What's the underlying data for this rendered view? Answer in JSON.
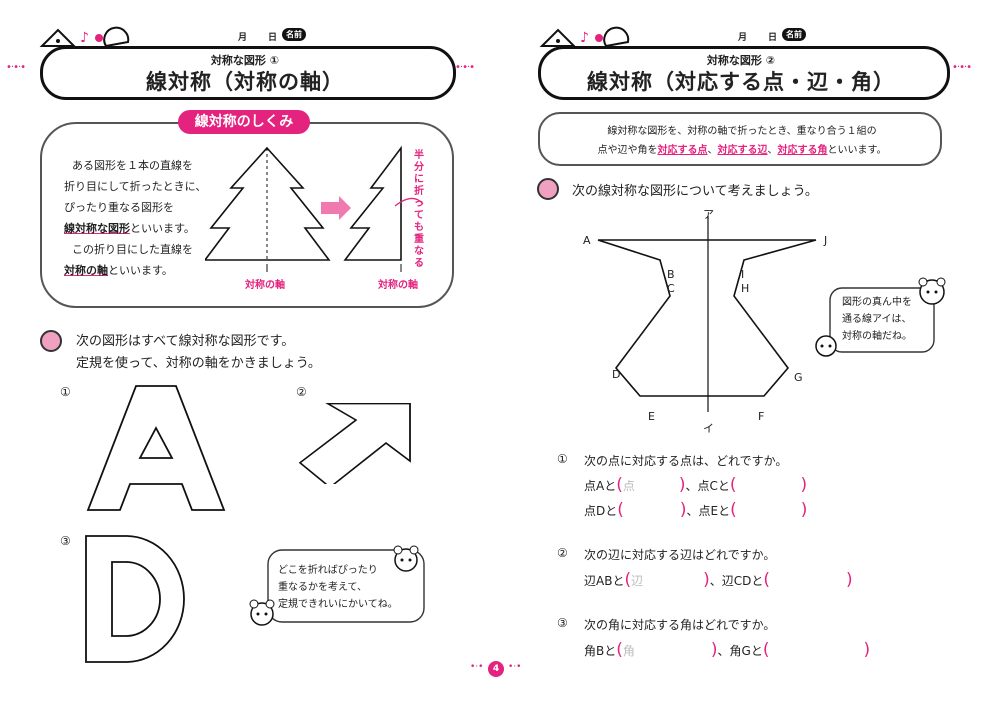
{
  "left": {
    "date_month": "月",
    "date_day": "日",
    "name_badge": "名前",
    "subtitle": "対称な図形 ①",
    "title": "線対称（対称の軸）",
    "explain_heading": "線対称のしくみ",
    "explain_lines": [
      "ある図形を１本の直線を",
      "折り目にして折ったときに、",
      "ぴったり重なる図形を",
      "線対称な図形",
      "といいます。",
      "この折り目にした直線を",
      "対称の軸",
      "といいます。"
    ],
    "vertical_note": "半分に折っても重なる",
    "axis_label_1": "対称の軸",
    "axis_label_2": "対称の軸",
    "question": [
      "次の図形はすべて線対称な図形です。",
      "定規を使って、対称の軸をかきましょう。"
    ],
    "fig_numbers": [
      "①",
      "②",
      "③"
    ],
    "bubble_lines": [
      "どこを折ればぴったり",
      "重なるかを考えて、",
      "定規できれいにかいてね。"
    ]
  },
  "right": {
    "date_month": "月",
    "date_day": "日",
    "name_badge": "名前",
    "subtitle": "対称な図形 ②",
    "title": "線対称（対応する点・辺・角）",
    "explain_line1": "線対称な図形を、対称の軸で折ったとき、重なり合う１組の",
    "explain_line2_pre": "点や辺や角を",
    "term_points": "対応する点",
    "term_sep1": "、",
    "term_edges": "対応する辺",
    "term_sep2": "、",
    "term_angles": "対応する角",
    "explain_line2_post": "といいます。",
    "question": "次の線対称な図形について考えましょう。",
    "labels": [
      "ア",
      "イ",
      "A",
      "J",
      "B",
      "C",
      "I",
      "H",
      "D",
      "G",
      "E",
      "F"
    ],
    "bubble_lines": [
      "図形の真ん中を",
      "通る線アイは、",
      "対称の軸だね。"
    ],
    "q1": {
      "num": "①",
      "text": "次の点に対応する点は、どれですか。",
      "row1": {
        "a": "点Aと",
        "a_hint": "点",
        "b": "、点Cと"
      },
      "row2": {
        "a": "点Dと",
        "b": "、点Eと"
      }
    },
    "q2": {
      "num": "②",
      "text": "次の辺に対応する辺はどれですか。",
      "row": {
        "a": "辺ABと",
        "a_hint": "辺",
        "b": "、辺CDと"
      }
    },
    "q3": {
      "num": "③",
      "text": "次の角に対応する角はどれですか。",
      "row": {
        "a": "角Bと",
        "a_hint": "角",
        "b": "、角Gと"
      }
    }
  },
  "page_number": "4",
  "colors": {
    "accent": "#e4237e",
    "bullet": "#f0a0c0",
    "border": "#111111"
  }
}
